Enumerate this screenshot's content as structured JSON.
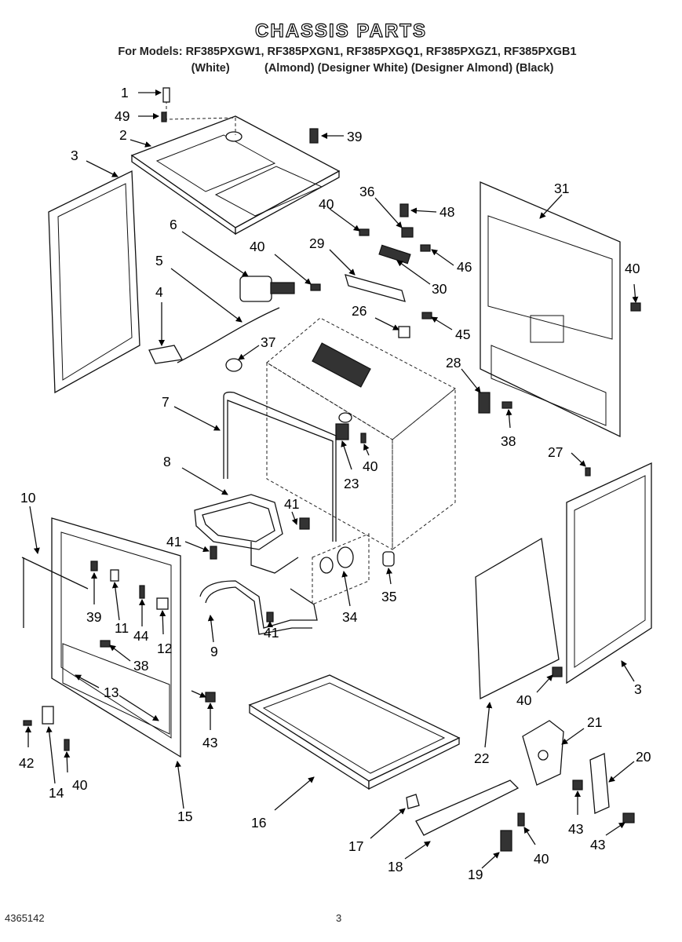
{
  "header": {
    "title": "CHASSIS PARTS",
    "models_line": "For Models: RF385PXGW1, RF385PXGN1, RF385PXGQ1, RF385PXGZ1, RF385PXGB1",
    "colors_line": "(White)           (Almond) (Designer White) (Designer Almond) (Black)"
  },
  "footer": {
    "doc_number": "4365142",
    "page_number": "3"
  },
  "callouts": {
    "c1": "1",
    "c49": "49",
    "c2": "2",
    "c39_top": "39",
    "c3_left": "3",
    "c36": "36",
    "c48": "48",
    "c40_a": "40",
    "c31": "31",
    "c29": "29",
    "c46": "46",
    "c30": "30",
    "c6": "6",
    "c40_b": "40",
    "c5": "5",
    "c40_c": "40",
    "c4": "4",
    "c26": "26",
    "c45": "45",
    "c37": "37",
    "c28": "28",
    "c38_r": "38",
    "c7": "7",
    "c23": "23",
    "c40_d": "40",
    "c27": "27",
    "c8": "8",
    "c10": "10",
    "c41_a": "41",
    "c41_b": "41",
    "c35": "35",
    "c39_l": "39",
    "c11": "11",
    "c44": "44",
    "c12": "12",
    "c34": "34",
    "c41_c": "41",
    "c9": "9",
    "c38_l": "38",
    "c13": "13",
    "c40_e": "40",
    "c3_right": "3",
    "c43_a": "43",
    "c42": "42",
    "c40_f": "40",
    "c14": "14",
    "c15": "15",
    "c16": "16",
    "c22": "22",
    "c21": "21",
    "c20": "20",
    "c17": "17",
    "c18": "18",
    "c19": "19",
    "c40_g": "40",
    "c43_b": "43",
    "c43_c": "43"
  }
}
